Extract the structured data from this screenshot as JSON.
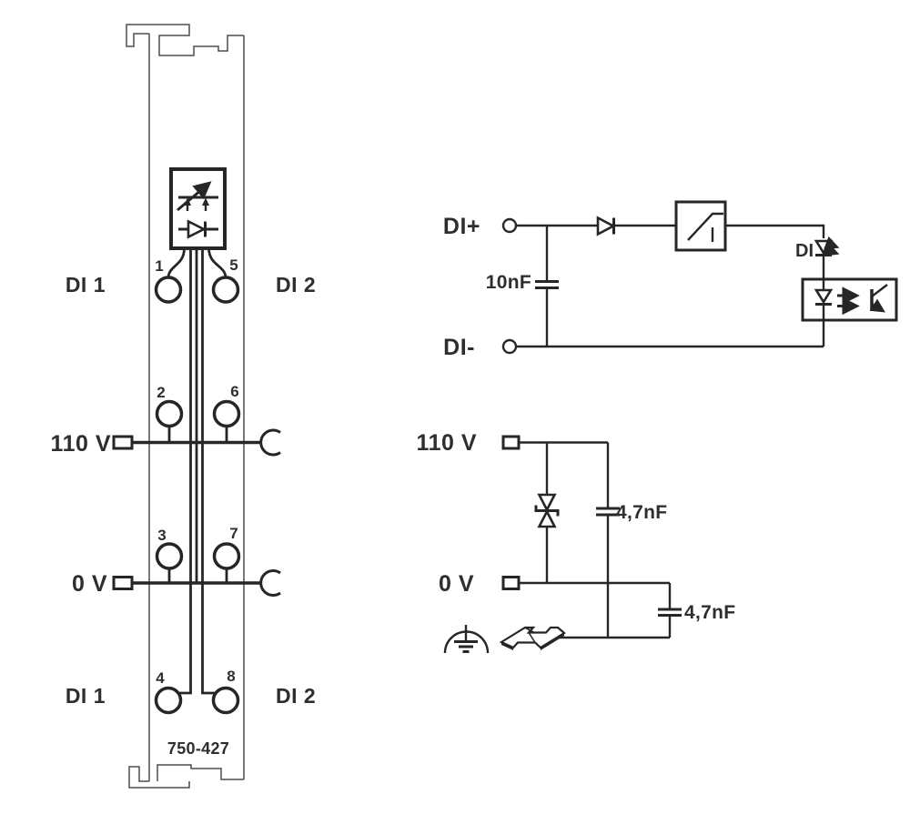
{
  "diagram": {
    "title_hint": "WAGO digital input module wiring diagram",
    "module": {
      "part_number": "750-427",
      "label_di1_top": "DI 1",
      "label_di2_top": "DI 2",
      "label_110v": "110 V",
      "label_0v": "0 V",
      "label_di1_bottom": "DI 1",
      "label_di2_bottom": "DI 2",
      "terminals": [
        "1",
        "5",
        "2",
        "6",
        "3",
        "7",
        "4",
        "8"
      ]
    },
    "circuit": {
      "di_plus": "DI+",
      "di_minus": "DI-",
      "input_cap": "10nF",
      "led_label": "DI",
      "supply_110v": "110 V",
      "supply_0v": "0 V",
      "cap_110v": "4,7nF",
      "cap_0v": "4,7nF"
    },
    "icons": [
      "status-led-indicator-icon",
      "rectifier-diode-icon",
      "threshold-switch-icon",
      "led-icon",
      "optocoupler-icon",
      "tvs-suppressor-icon",
      "capacitor-icon",
      "earth-ground-icon",
      "din-rail-icon",
      "socket-contact-icon"
    ],
    "colors": {
      "line": "#262626",
      "outline": "#4d4d4d",
      "background": "#ffffff",
      "text": "#2e2e2e"
    }
  }
}
